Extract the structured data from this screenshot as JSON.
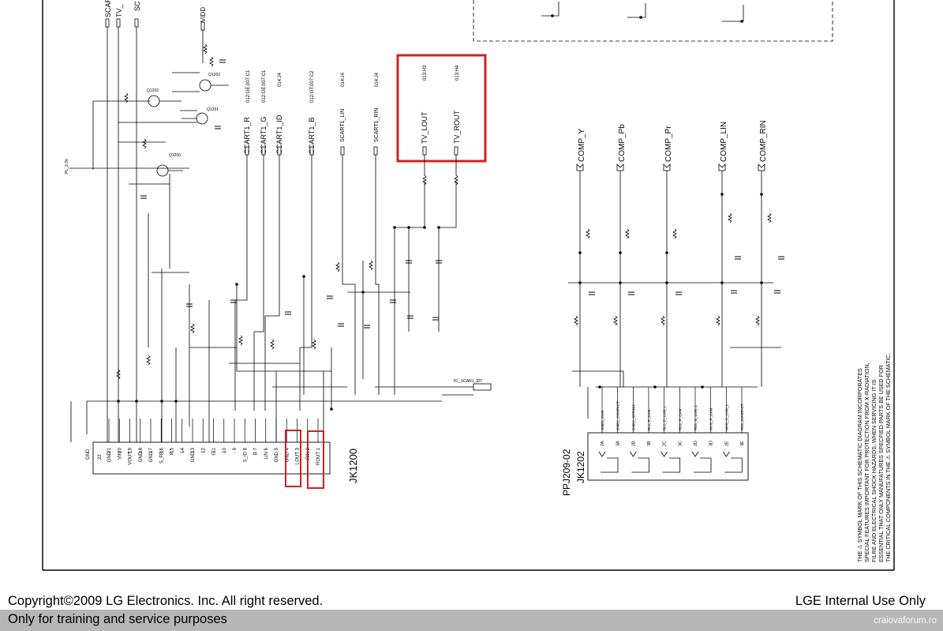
{
  "footer": {
    "copyright": "Copyright©2009 LG Electronics. Inc. All right reserved.",
    "internal": "LGE Internal Use Only",
    "training": "Only for training and service purposes",
    "watermark": "craiovaforum.ro"
  },
  "schematic": {
    "top_signals": [
      "SCART1_R",
      "SCART1_G",
      "SCART1_ID",
      "SCART1_B",
      "SCART1_LIN",
      "SCART1_RIN"
    ],
    "top_refs": [
      "012:GE;007:C1",
      "012:GE;007:C1",
      "014:J4",
      "012:GT;007:C2",
      "014:J4",
      "014:J4"
    ],
    "partial_top": [
      "SCART",
      "TV_",
      "SC"
    ],
    "highlighted": {
      "signals": [
        "TV_LOUT",
        "TV_ROUT"
      ],
      "refs": [
        "013:H3",
        "013:H4"
      ],
      "highlight_color": "#d42020"
    },
    "comp_signals": [
      "COMP_Y",
      "COMP_Pb",
      "COMP_Pr",
      "COMP_LIN",
      "COMP_RIN"
    ],
    "jk1200": {
      "ref": "JK1200",
      "pins": [
        "21",
        "20",
        "19",
        "18",
        "17",
        "16",
        "15",
        "14",
        "13",
        "12",
        "11",
        "10",
        "9",
        "8",
        "7",
        "6",
        "5",
        "4",
        "3",
        "2",
        "1"
      ],
      "pin_labels": [
        "GND",
        "VIN",
        "VOUT",
        "GND",
        "GND",
        "S_FB",
        "R",
        "-",
        "GND",
        "-",
        "G",
        "-",
        "-",
        "S_ID",
        "B",
        "LIN",
        "GND",
        "GND",
        "LOUT",
        "RIN",
        "ROUT"
      ],
      "extra_pin": "22",
      "extra_label": "GND"
    },
    "jk1202": {
      "ref": "JK1202",
      "part": "PPJ209-02",
      "pins": [
        "2A",
        "3A",
        "2B",
        "3B",
        "2C",
        "3C",
        "2D",
        "3D",
        "2E",
        "3E"
      ],
      "pin_labels": [
        "GND1_CAN",
        "GND1_CONTACT",
        "GND2_SPRING",
        "BL1_P_CAN",
        "BL1_C_LUG_L",
        "RD1_P_CAN",
        "RD1_C_LUG_L",
        "WH1_P_CAN",
        "WH1_C_LUG_L",
        "RD1_CONTACT"
      ]
    },
    "notice": [
      "THE ⚠ SYMBOL MARK OF THIS SCHEMATIC DIAGRAM INCORPORATES",
      "SPECIAL FEATURES IMPORTANT FOR PROTECTION FROM X-RADIATION,",
      "FILRE AND ELECTRICAL SHOCK HAZARDS, WHEN SERVICING IT IS",
      "ESSENTIAL THAT ONLY MANUFATURES SPECFIED PARTS BE USED FOR",
      "THE CRITICAL COMPONENTS IN THE ⚠ SYMBOL MARK OF THE SCHEMATIC."
    ],
    "supply_label": "PL_3.3V",
    "vdd_label": "VIDD",
    "out_label": "PL_SCAR1_IDT",
    "ic_refs": [
      "Q1202",
      "Q1203",
      "Q1200",
      "Q1201"
    ]
  }
}
